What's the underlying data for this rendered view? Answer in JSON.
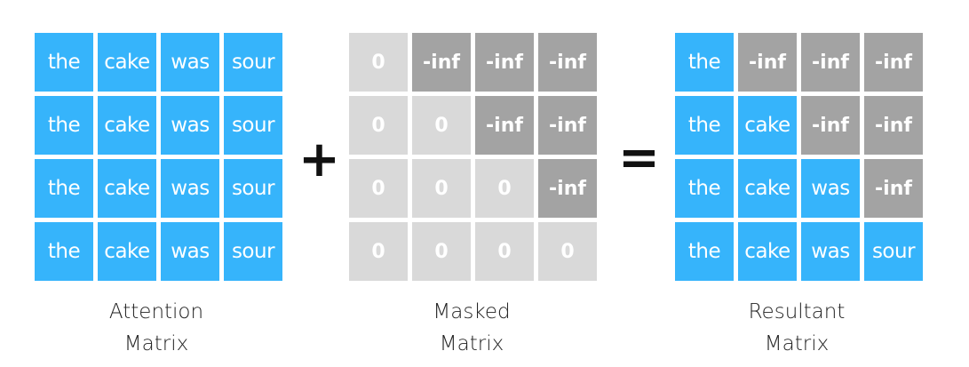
{
  "matrices": [
    {
      "label_line1": "Attention",
      "label_line2": "Matrix",
      "cells": [
        [
          "the",
          "cake",
          "was",
          "sour"
        ],
        [
          "the",
          "cake",
          "was",
          "sour"
        ],
        [
          "the",
          "cake",
          "was",
          "sour"
        ],
        [
          "the",
          "cake",
          "was",
          "sour"
        ]
      ]
    },
    {
      "label_line1": "Masked",
      "label_line2": "Matrix",
      "cells": [
        [
          "0",
          "-inf",
          "-inf",
          "-inf"
        ],
        [
          "0",
          "0",
          "-inf",
          "-inf"
        ],
        [
          "0",
          "0",
          "0",
          "-inf"
        ],
        [
          "0",
          "0",
          "0",
          "0"
        ]
      ]
    },
    {
      "label_line1": "Resultant",
      "label_line2": "Matrix",
      "cells": [
        [
          "the",
          "-inf",
          "-inf",
          "-inf"
        ],
        [
          "the",
          "cake",
          "-inf",
          "-inf"
        ],
        [
          "the",
          "cake",
          "was",
          "-inf"
        ],
        [
          "the",
          "cake",
          "was",
          "sour"
        ]
      ]
    }
  ],
  "operators": {
    "plus": "+",
    "equals": "="
  },
  "colors": {
    "word": "#36b4fb",
    "zero": "#d9d9d9",
    "neg_inf": "#a3a3a3"
  }
}
